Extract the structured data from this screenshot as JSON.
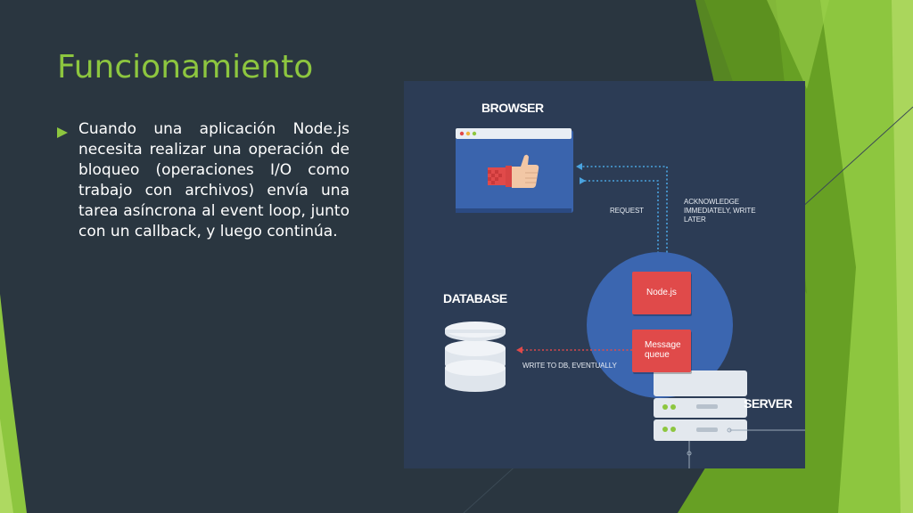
{
  "slide": {
    "title": "Funcionamiento",
    "bullet": "Cuando una aplicación Node.js necesita realizar una operación de bloqueo (operaciones I/O como trabajo con archivos) envía una tarea asíncrona al event loop, junto con un callback, y luego continúa."
  },
  "diagram": {
    "browser_label": "BROWSER",
    "database_label": "DATABASE",
    "server_label": "SERVER",
    "request_label": "REQUEST",
    "acknowledge_label_1": "ACKNOWLEDGE",
    "acknowledge_label_2": "IMMEDIATELY, WRITE",
    "acknowledge_label_3": "LATER",
    "nodejs_label": "Node.js",
    "queue_label_1": "Message",
    "queue_label_2": "queue",
    "write_label": "WRITE TO DB, EVENTUALLY"
  },
  "colors": {
    "accent": "#8dc63f",
    "background": "#2a3640",
    "diagram_bg": "#2c3c55",
    "browser_blue": "#3a64ad",
    "server_circle": "#3b66b0",
    "box_red": "#e04a4a",
    "arrow_blue": "#4aa3df",
    "arrow_red": "#e04a4a"
  },
  "icons": [
    "play-bullet-icon",
    "thumbs-up-icon",
    "database-icon",
    "server-icon"
  ]
}
